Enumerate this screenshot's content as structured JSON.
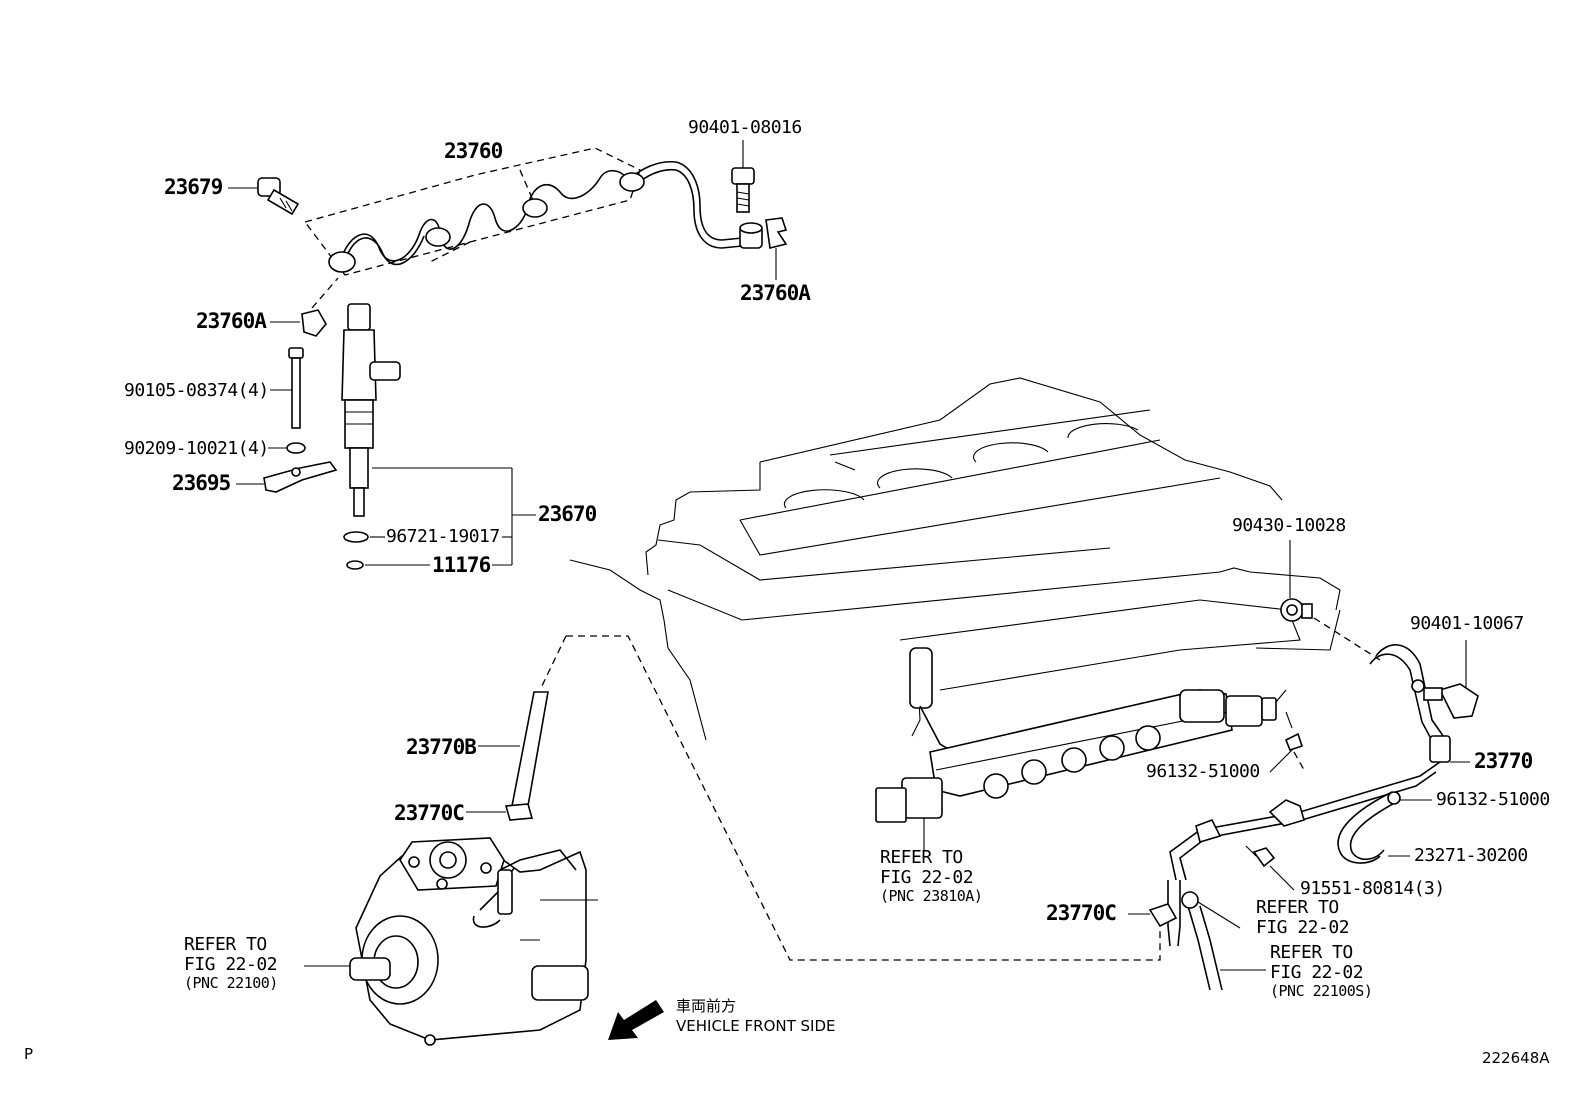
{
  "labels": {
    "p23760": "23760",
    "p23679": "23679",
    "p90401_08016": "90401-08016",
    "p23760a_top": "23760A",
    "p23760a_left": "23760A",
    "p90105": "90105-08374(4)",
    "p90209": "90209-10021(4)",
    "p23695": "23695",
    "p96721": "96721-19017",
    "p23670": "23670",
    "p11176": "11176",
    "p90430": "90430-10028",
    "p90401_10067": "90401-10067",
    "p23770": "23770",
    "p96132_a": "96132-51000",
    "p96132_b": "96132-51000",
    "p23271": "23271-30200",
    "p91551": "91551-80814(3)",
    "p23770b": "23770B",
    "p23770c_left": "23770C",
    "p23770c_right": "23770C"
  },
  "references": {
    "rail": {
      "line1": "REFER TO",
      "line2": "FIG 22-02",
      "line3": "(PNC 23810A)"
    },
    "pump": {
      "line1": "REFER TO",
      "line2": "FIG 22-02",
      "line3": "(PNC 22100)"
    },
    "right_a": {
      "line1": "REFER TO",
      "line2": "FIG 22-02"
    },
    "right_b": {
      "line1": "REFER TO",
      "line2": "FIG 22-02",
      "line3": "(PNC 22100S)"
    }
  },
  "front_indicator": {
    "jp": "車両前方",
    "en": "VEHICLE FRONT SIDE"
  },
  "corner_left": "P",
  "figure_code": "222648A",
  "colors": {
    "ink": "#000000",
    "paper": "#ffffff"
  }
}
